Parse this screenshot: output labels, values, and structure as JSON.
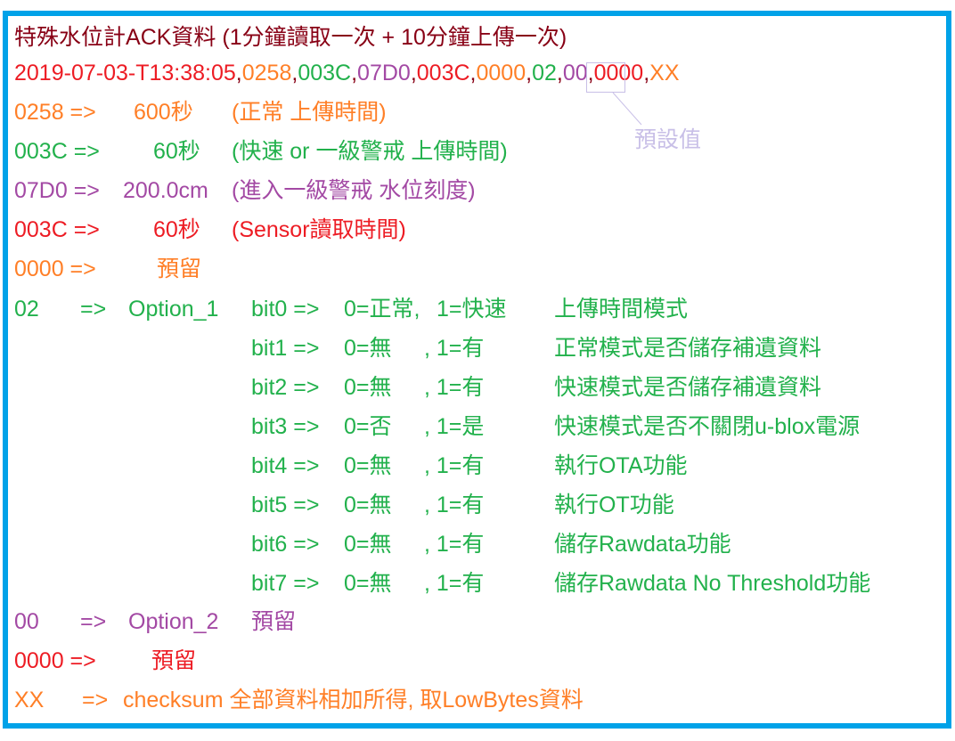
{
  "title": {
    "prefix": "特殊水位計",
    "rest": "ACK資料 (1分鐘讀取一次 + 10分鐘上傳一次)"
  },
  "record": [
    {
      "t": "2019-07-03-T13:38:05",
      "c": "r"
    },
    {
      "t": ",",
      "c": "m"
    },
    {
      "t": "0258",
      "c": "o"
    },
    {
      "t": ",",
      "c": "m"
    },
    {
      "t": "003C",
      "c": "g"
    },
    {
      "t": ",",
      "c": "m"
    },
    {
      "t": "07D0",
      "c": "p"
    },
    {
      "t": ",",
      "c": "m"
    },
    {
      "t": "003C",
      "c": "r"
    },
    {
      "t": ",",
      "c": "m"
    },
    {
      "t": "0000",
      "c": "o"
    },
    {
      "t": ",",
      "c": "m"
    },
    {
      "t": "02",
      "c": "g"
    },
    {
      "t": ",",
      "c": "m"
    },
    {
      "t": "00",
      "c": "p"
    },
    {
      "t": ",",
      "c": "m"
    },
    {
      "t": "0000",
      "c": "r"
    },
    {
      "t": ",",
      "c": "m"
    },
    {
      "t": "XX",
      "c": "o"
    }
  ],
  "annotation": "預設值",
  "fields": [
    {
      "code": "0258 =>",
      "value": "600秒",
      "desc": "(正常 上傳時間)",
      "c": "o"
    },
    {
      "code": "003C =>",
      "value": "60秒",
      "desc": "(快速 or 一級警戒 上傳時間)",
      "c": "g"
    },
    {
      "code": "07D0 =>",
      "value": "200.0cm",
      "desc": "(進入一級警戒 水位刻度)",
      "c": "p"
    },
    {
      "code": "003C =>",
      "value": "60秒",
      "desc": "(Sensor讀取時間)",
      "c": "r"
    },
    {
      "code": "0000 =>",
      "value": "預留",
      "desc": "",
      "c": "o"
    }
  ],
  "option1": {
    "code": "02",
    "arrow": "=>",
    "name": "Option_1",
    "bits": [
      {
        "bit": "bit0 =>",
        "zero": "0=正常,",
        "one": "1=快速",
        "desc": "上傳時間模式"
      },
      {
        "bit": "bit1 =>",
        "zero": "0=無",
        "one": ", 1=有",
        "desc": "正常模式是否儲存補遺資料"
      },
      {
        "bit": "bit2 =>",
        "zero": "0=無",
        "one": ", 1=有",
        "desc": "快速模式是否儲存補遺資料"
      },
      {
        "bit": "bit3 =>",
        "zero": "0=否",
        "one": ", 1=是",
        "desc": "快速模式是否不關閉u-blox電源"
      },
      {
        "bit": "bit4 =>",
        "zero": "0=無",
        "one": ", 1=有",
        "desc": "執行OTA功能"
      },
      {
        "bit": "bit5 =>",
        "zero": "0=無",
        "one": ", 1=有",
        "desc": "執行OT功能"
      },
      {
        "bit": "bit6 =>",
        "zero": "0=無",
        "one": ", 1=有",
        "desc": "儲存Rawdata功能"
      },
      {
        "bit": "bit7 =>",
        "zero": "0=無",
        "one": ", 1=有",
        "desc": "儲存Rawdata No Threshold功能"
      }
    ]
  },
  "option2": {
    "code": "00",
    "arrow": "=>",
    "name": "Option_2",
    "desc": "預留"
  },
  "reserved": {
    "code": "0000 =>",
    "desc": "預留"
  },
  "checksum": {
    "code": "XX",
    "arrow": "=>",
    "desc": "checksum 全部資料相加所得, 取LowBytes資料"
  }
}
